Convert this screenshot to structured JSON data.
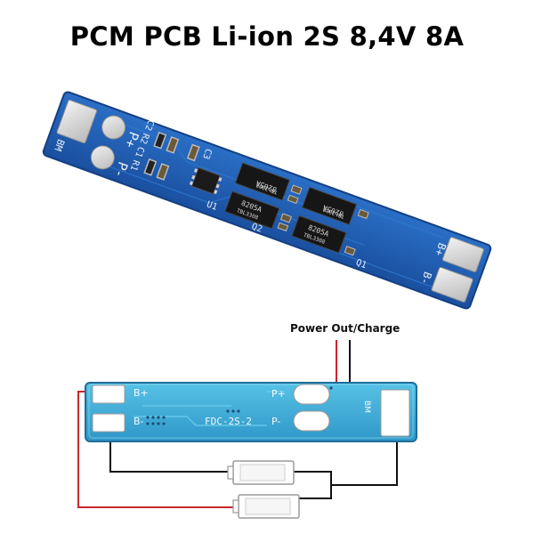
{
  "title": "PCM PCB Li-ion 2S 8,4V 8A",
  "top_board": {
    "left_pads": [
      "BM",
      "P+",
      "P-"
    ],
    "right_pads": [
      "B+",
      "B-"
    ],
    "components": [
      "R1",
      "C1",
      "R2",
      "C2",
      "C3",
      "U1",
      "Q1",
      "Q2"
    ],
    "chips": [
      {
        "part": "8205A",
        "code": "TBL3308"
      },
      {
        "part": "8205A",
        "code": "TBL3308"
      },
      {
        "part": "8205A",
        "code": "TBL3308"
      },
      {
        "part": "8205A",
        "code": "TBL3308"
      }
    ]
  },
  "diagram": {
    "power_label": "Power Out/Charge",
    "board_text": "FDC-2S-2",
    "pads": {
      "b_plus": "B+",
      "b_minus": "B-",
      "p_plus": "P+",
      "p_minus": "P-",
      "bm": "BM"
    }
  },
  "colors": {
    "pcb_blue": "#1f5fb6",
    "pcb_light": "#3aaed8",
    "pad": "#d9d9d9",
    "wire_red": "#c8262e",
    "wire_black": "#111111"
  }
}
